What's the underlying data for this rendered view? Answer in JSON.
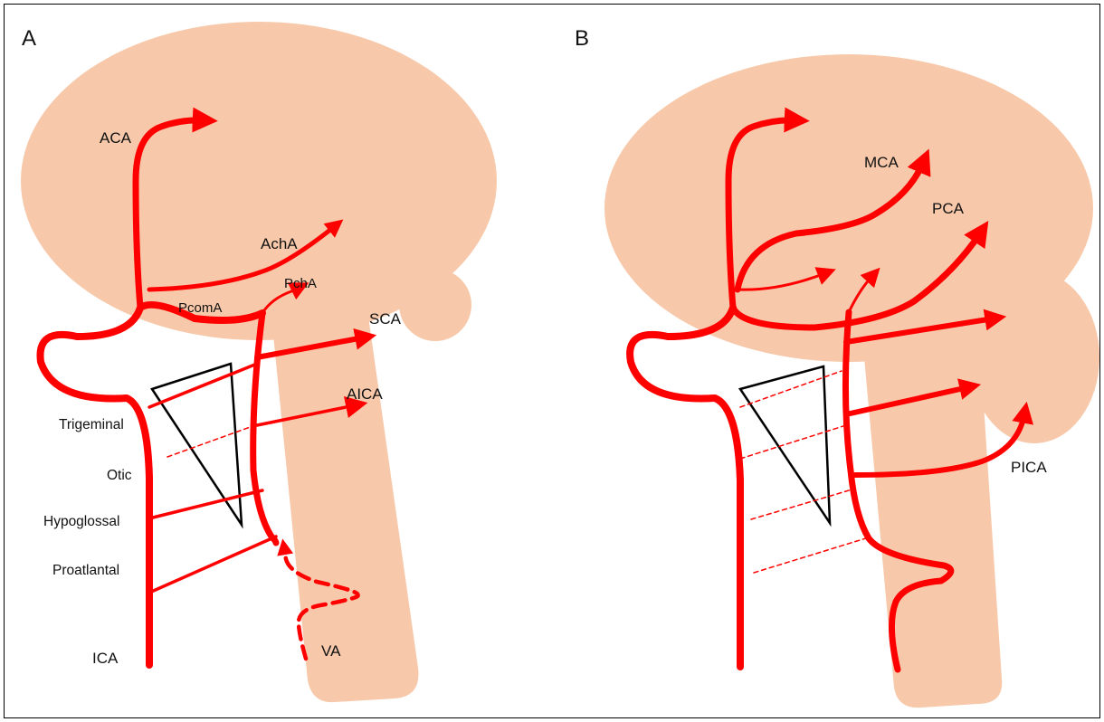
{
  "panels": [
    {
      "letter": "A",
      "labels": {
        "aca": "ACA",
        "acha": "AchA",
        "pcha": "PchA",
        "pcoma": "PcomA",
        "sca": "SCA",
        "aica": "AICA",
        "trigeminal": "Trigeminal",
        "otic": "Otic",
        "hypoglossal": "Hypoglossal",
        "proatlantal": "Proatlantal",
        "ica": "ICA",
        "va": "VA"
      }
    },
    {
      "letter": "B",
      "labels": {
        "mca": "MCA",
        "pca": "PCA",
        "pica": "PICA"
      }
    }
  ],
  "colors": {
    "artery": "#ff0000",
    "brain": "#f7c9aa",
    "outline": "#000000"
  }
}
